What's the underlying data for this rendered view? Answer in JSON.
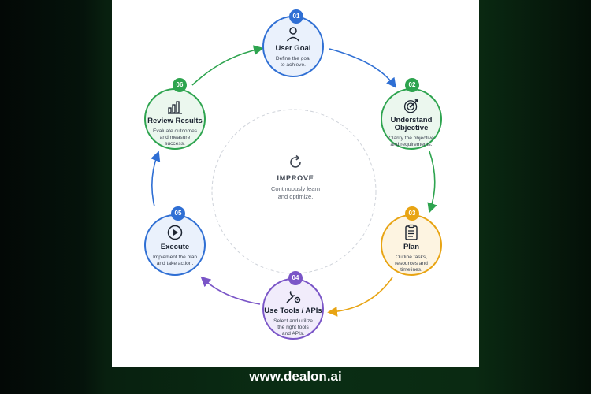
{
  "center": {
    "title": "IMPROVE",
    "description": "Continuously learn\nand optimize."
  },
  "steps": [
    {
      "number": "01",
      "title": "User Goal",
      "description": "Define the goal\nto achieve.",
      "icon": "user-icon",
      "color": "#2f6fd4",
      "fill": "#eaf1fc"
    },
    {
      "number": "02",
      "title": "Understand\nObjective",
      "description": "Clarify the objective\nand requirements.",
      "icon": "target-icon",
      "color": "#2ea44f",
      "fill": "#ebf7ee"
    },
    {
      "number": "03",
      "title": "Plan",
      "description": "Outline tasks,\nresources and\ntimelines.",
      "icon": "clipboard-icon",
      "color": "#e8a413",
      "fill": "#fdf4e1"
    },
    {
      "number": "04",
      "title": "Use Tools / APIs",
      "description": "Select and utilize\nthe right tools\nand APIs.",
      "icon": "tools-icon",
      "color": "#7a55c7",
      "fill": "#f1ecfb"
    },
    {
      "number": "05",
      "title": "Execute",
      "description": "Implement the plan\nand take action.",
      "icon": "play-icon",
      "color": "#2f6fd4",
      "fill": "#eaf1fc"
    },
    {
      "number": "06",
      "title": "Review Results",
      "description": "Evaluate outcomes\nand measure\nsuccess.",
      "icon": "bar-chart-icon",
      "color": "#2ea44f",
      "fill": "#ebf7ee"
    }
  ],
  "footer": "www.dealon.ai"
}
